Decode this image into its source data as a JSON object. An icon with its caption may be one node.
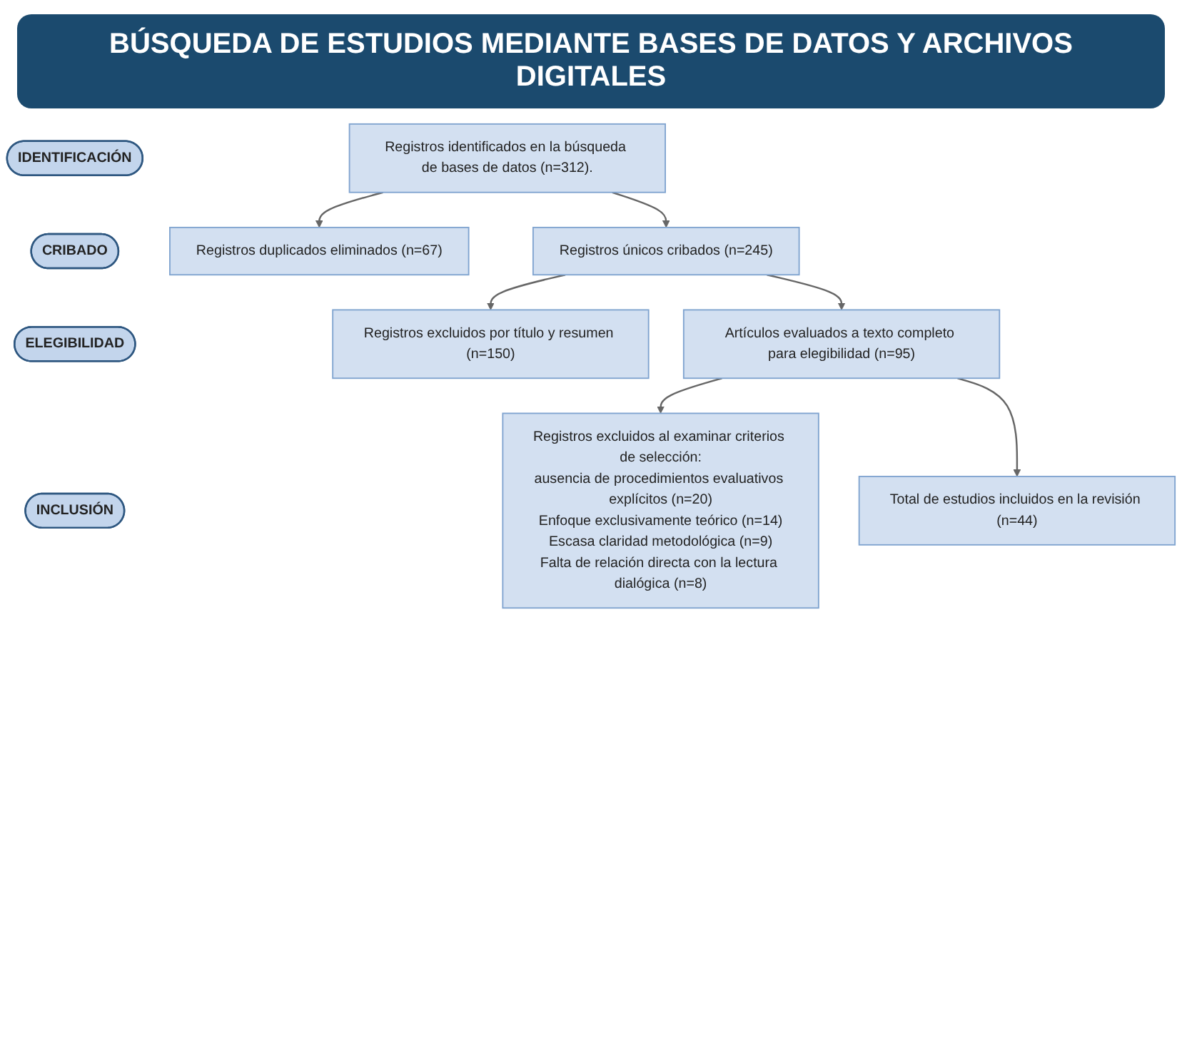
{
  "diagram": {
    "title": "BÚSQUEDA DE ESTUDIOS MEDIANTE BASES DE DATOS Y ARCHIVOS DIGITALES",
    "nodes": [
      {
        "text": [
          "IDENTIFICACIÓN"
        ]
      },
      {
        "text": [
          "Registros identificados en la búsqueda de bases de datos (n=312)."
        ]
      },
      {
        "text": [
          "Registros duplicados eliminados (n=67)"
        ]
      },
      {
        "text": [
          "CRIBADO"
        ]
      },
      {
        "text": [
          "Registros únicos cribados (n=245)"
        ]
      },
      {
        "text": [
          "Registros excluidos por título y resumen (n=150)"
        ]
      },
      {
        "text": [
          "ELEGIBILIDAD"
        ]
      },
      {
        "text": [
          "Artículos evaluados a texto completo para elegibilidad (n=95)"
        ]
      },
      {
        "text": [
          "Registros excluidos al examinar criterios de selección:",
          "ausencia de procedimientos evaluativos explícitos (n=20)",
          "Enfoque exclusivamente teórico (n=14)",
          "Escasa claridad metodológica (n=9)",
          "Falta de relación directa con la lectura dialógica (n=8)"
        ]
      },
      {
        "text": [
          "INCLUSIÓN"
        ]
      },
      {
        "text": [
          "Total de estudios incluidos en la revisión (n=44)"
        ]
      }
    ],
    "edges": [
      {
        "from": 1,
        "to": 2,
        "arrow": "to"
      },
      {
        "from": 1,
        "to": 4,
        "arrow": "to"
      },
      {
        "from": 4,
        "to": 5,
        "arrow": "to"
      },
      {
        "from": 4,
        "to": 7,
        "arrow": "to"
      },
      {
        "from": 7,
        "to": 8,
        "arrow": "to"
      },
      {
        "from": 7,
        "to": 10,
        "arrow": "to"
      }
    ]
  }
}
